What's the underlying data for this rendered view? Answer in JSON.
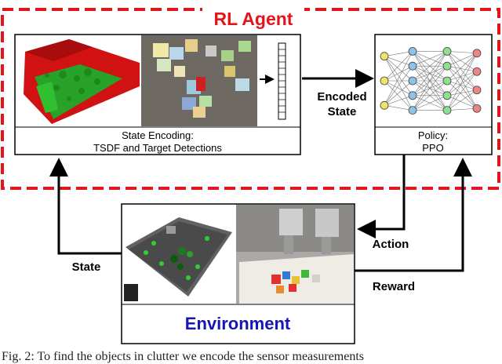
{
  "rl_agent": {
    "title": "RL Agent",
    "accent_color": "#e4141b"
  },
  "state_encoding": {
    "label_line1": "State Encoding:",
    "label_line2": "TSDF and Target Detections"
  },
  "encoded_state": {
    "line1": "Encoded",
    "line2": "State"
  },
  "policy": {
    "label_line1": "Policy:",
    "label_line2": "PPO",
    "node_colors": [
      "#f2e26a",
      "#8ec3e6",
      "#8ee08e",
      "#e98686"
    ]
  },
  "environment": {
    "title": "Environment",
    "title_color": "#1616b4"
  },
  "edges": {
    "state": "State",
    "action": "Action",
    "reward": "Reward"
  },
  "caption": "Fig. 2: To find the objects in clutter we encode the sensor measurements"
}
